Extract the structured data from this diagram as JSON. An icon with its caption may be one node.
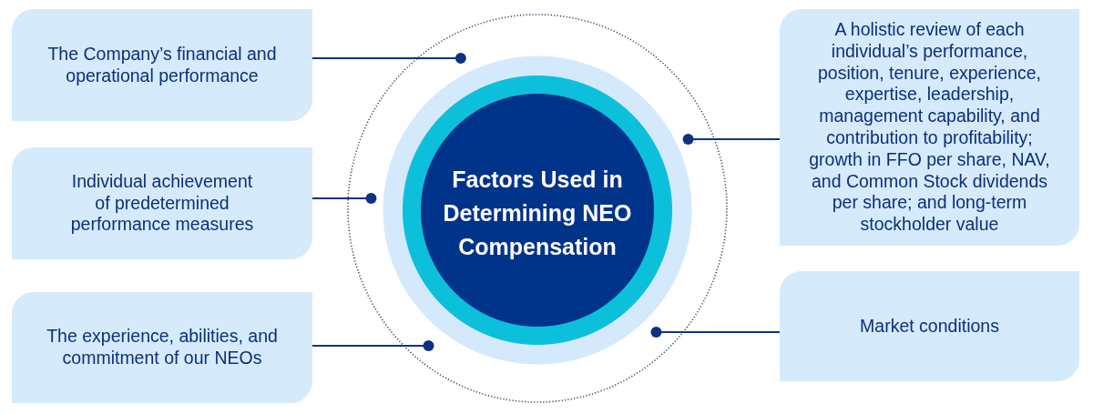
{
  "diagram": {
    "nodes": [
      {
        "text": [
          "The Company’s financial and operational performance"
        ]
      },
      {
        "text": [
          "Individual achievement of predetermined performance measures"
        ]
      },
      {
        "text": [
          "The experience, abilities, and commitment of our NEOs"
        ]
      },
      {
        "text": [
          "Factors Used in Determining NEO Compensation"
        ]
      },
      {
        "text": [
          "A holistic review of each individual’s performance, position, tenure, experience, expertise, leadership, management capability, and contribution to profitability; growth in FFO per share, NAV, and Common Stock dividends per share; and long-term stockholder value"
        ]
      },
      {
        "text": [
          "Market conditions"
        ]
      }
    ],
    "edges": [
      {
        "from": 0,
        "to": 3,
        "arrow": "other"
      },
      {
        "from": 1,
        "to": 3,
        "arrow": "other"
      },
      {
        "from": 2,
        "to": 3,
        "arrow": "other"
      },
      {
        "from": 4,
        "to": 3,
        "arrow": "other"
      },
      {
        "from": 5,
        "to": 3,
        "arrow": "other"
      }
    ]
  }
}
